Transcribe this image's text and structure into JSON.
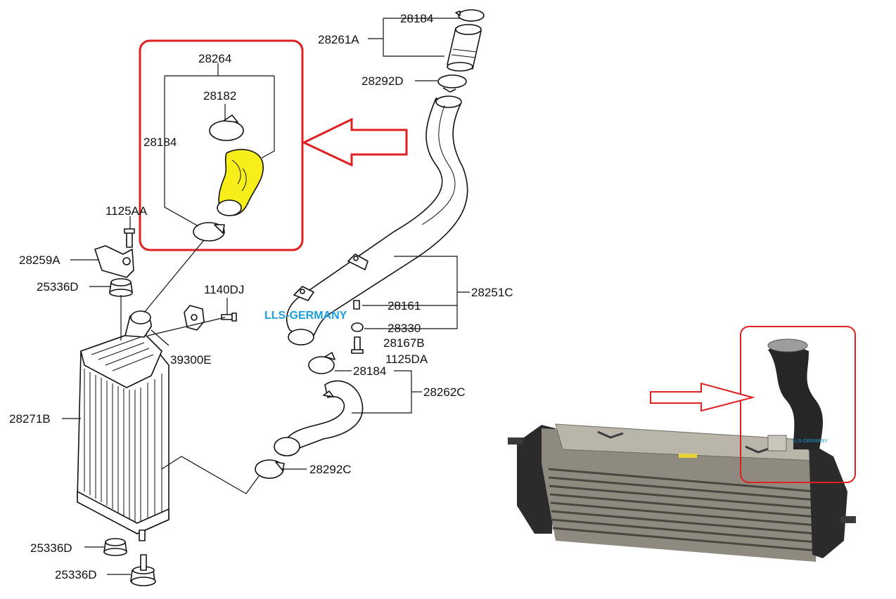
{
  "watermark": {
    "main": "LLS-GERMANY",
    "photo": "LLS-GERMANY"
  },
  "colors": {
    "highlight_box": "#e02020",
    "highlight_part": "#f7ee1a",
    "watermark": "#1a9ee0",
    "line": "#111111"
  },
  "labels": {
    "p28184_top": "28184",
    "p28261A": "28261A",
    "p28292D": "28292D",
    "p28264": "28264",
    "p28182": "28182",
    "p28184_left": "28184",
    "p1125AA": "1125AA",
    "p28259A": "28259A",
    "p25336D_a": "25336D",
    "p1140DJ": "1140DJ",
    "p39300E": "39300E",
    "p28251C": "28251C",
    "p28161": "28161",
    "p28330": "28330",
    "p28167B": "28167B",
    "p1125DA": "1125DA",
    "p28184_mid": "28184",
    "p28262C": "28262C",
    "p28271B": "28271B",
    "p28292C": "28292C",
    "p25336D_b": "25336D",
    "p25336D_c": "25336D"
  },
  "icons": [
    "highlight-arrow-icon",
    "photo-arrow-icon",
    "hose-clamp-icon",
    "intercooler-icon",
    "sensor-icon"
  ]
}
